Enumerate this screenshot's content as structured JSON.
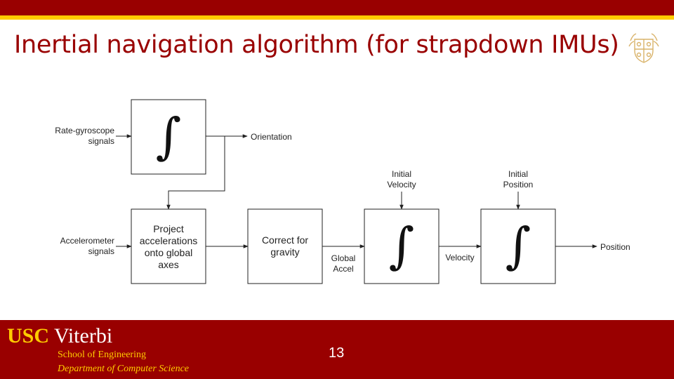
{
  "slide": {
    "title": "Inertial navigation algorithm (for strapdown IMUs)",
    "page_number": "13"
  },
  "footer": {
    "brand_usc": "USC",
    "brand_viterbi": "Viterbi",
    "school": "School of Engineering",
    "department": "Department of Computer Science"
  },
  "diagram": {
    "inputs": {
      "gyro_line1": "Rate-gyroscope",
      "gyro_line2": "signals",
      "accel_line1": "Accelerometer",
      "accel_line2": "signals"
    },
    "integral_symbol": "∫",
    "orientation": "Orientation",
    "project_box": [
      "Project",
      "accelerations",
      "onto global",
      "axes"
    ],
    "gravity_box": [
      "Correct for",
      "gravity"
    ],
    "global_accel": [
      "Global",
      "Accel"
    ],
    "initial_velocity": [
      "Initial",
      "Velocity"
    ],
    "initial_position": [
      "Initial",
      "Position"
    ],
    "velocity": "Velocity",
    "position": "Position"
  },
  "colors": {
    "brand_red": "#990000",
    "brand_gold": "#ffcc00"
  }
}
